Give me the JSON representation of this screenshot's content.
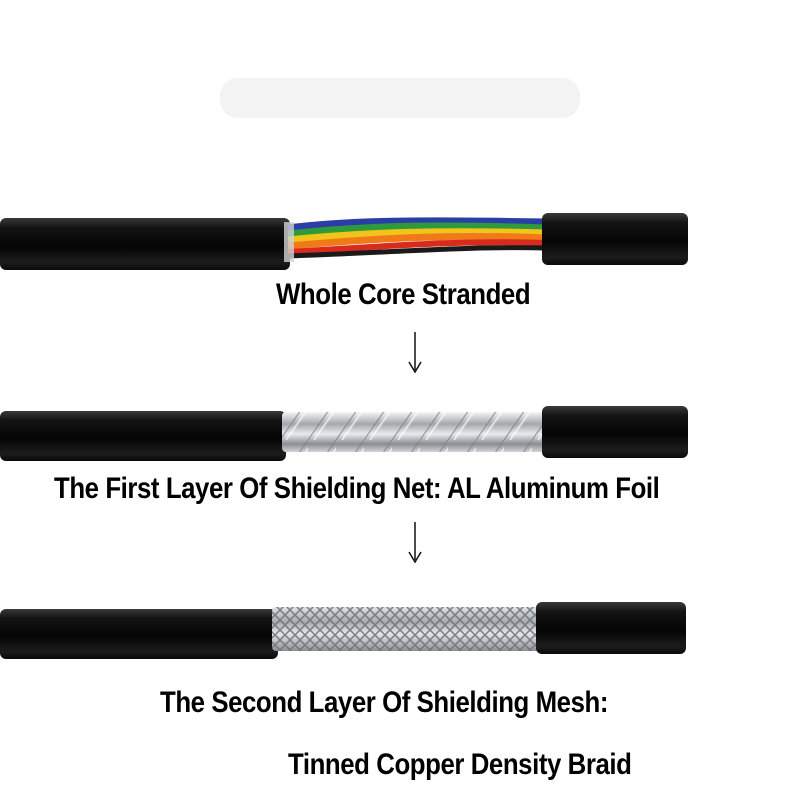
{
  "photo": {
    "cables": [
      {
        "core": "stranded-colored-wires",
        "colors": [
          "#2b3ea8",
          "#2f9a3c",
          "#f0c419",
          "#f07a1a",
          "#d92a1e",
          "#1a1a1a"
        ]
      },
      {
        "core": "aluminum-foil",
        "colors": [
          "#c9ccd0",
          "#8d9196",
          "#eef0f2"
        ]
      },
      {
        "core": "tinned-copper-braid",
        "colors": [
          "#b9bcbf",
          "#7e8286",
          "#e3e5e7"
        ]
      }
    ],
    "jacket_color": "#0d0d0d"
  },
  "labels": {
    "step1": "Whole Core Stranded",
    "step2": "The First Layer Of Shielding Net: AL Aluminum Foil",
    "step3_line1": "The Second Layer Of Shielding Mesh:",
    "step3_line2": "Tinned Copper Density Braid"
  },
  "arrows": [
    "arrow-down-icon",
    "arrow-down-icon"
  ]
}
